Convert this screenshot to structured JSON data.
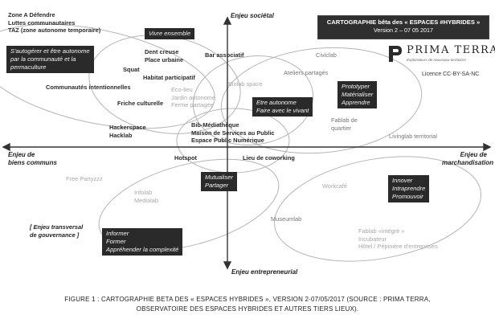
{
  "header": {
    "title": "CARTOGRAPHIE bêta des « ESPACES #HYBRIDES »",
    "version": "Version 2 – 07 05 2017",
    "brand": "PRIMA TERRA",
    "brand_tagline": "Explorateurs de nouveaux territoires",
    "licence": "Licence CC-BY-SA-NC"
  },
  "axes": {
    "top": "Enjeu sociétal",
    "bottom": "Enjeu entrepreneurial",
    "left": [
      "Enjeu de",
      "biens communs"
    ],
    "right": [
      "Enjeu de",
      "marchandisation"
    ],
    "transversal": [
      "[ Enjeu transversal",
      "de gouvernance ]"
    ]
  },
  "boxes": {
    "vivre": [
      "Vivre ensemble"
    ],
    "autogerer": [
      "S'autogérer et être autonome",
      "par la communauté et la",
      "permaculture"
    ],
    "autonome": [
      "Etre autonome",
      "Faire avec le vivant"
    ],
    "prototyper": [
      "Prototyper",
      "Matérialiser",
      "Apprendre"
    ],
    "mutualiser": [
      "Mutualiser",
      "Partager"
    ],
    "innover": [
      "Innover",
      "Intraprendre",
      "Promouvoir"
    ],
    "informer": [
      "Informer",
      "Former",
      "Appréhender la complexité"
    ]
  },
  "labels": {
    "zone": [
      "Zone A Défendre",
      "Luttes communautaires",
      "TAZ (zone autonome temporaire)"
    ],
    "dent": [
      "Dent creuse",
      "Place urbaine"
    ],
    "bar": "Bar associatif",
    "civiclab": "Civiclab",
    "squat": "Squat",
    "habitat": "Habitat participatif",
    "communautes": "Communautés intentionnelles",
    "ecolieu": [
      "Eco-lieu",
      "Jardin autonome",
      "Ferme partagée"
    ],
    "biolab": "Biolab space",
    "ateliers": "Ateliers partagés",
    "friche": "Friche culturelle",
    "hackerspace": [
      "Hackerspace",
      "Hacklab"
    ],
    "bib": [
      "Bib-Médiathèque",
      "Maison de Services au Public",
      "Espace Public Numérique"
    ],
    "fablab_quartier": [
      "Fablab de",
      "quartier"
    ],
    "livinglab": "Livinglab territorial",
    "hotspot": "Hotspot",
    "coworking": "Lieu de coworking",
    "freeparty": "Free Partyzzz",
    "workcafe": "Workcafé",
    "infolab": [
      "Infolab",
      "Medialab"
    ],
    "museumlab": "Museumlab",
    "fablab_integre": [
      "Fablab «intégré »",
      "Incubateur",
      "Hôtel / Pépinière d'entreprises"
    ]
  },
  "caption": [
    "FIGURE 1 : CARTOGRAPHIE BETA DES « ESPACES HYBRIDES », VERSION 2-07/05/2017 (SOURCE : PRIMA TERRA,",
    "OBSERVATOIRE DES ESPACES HYBRIDES ET AUTRES TIERS LIEUX)."
  ]
}
